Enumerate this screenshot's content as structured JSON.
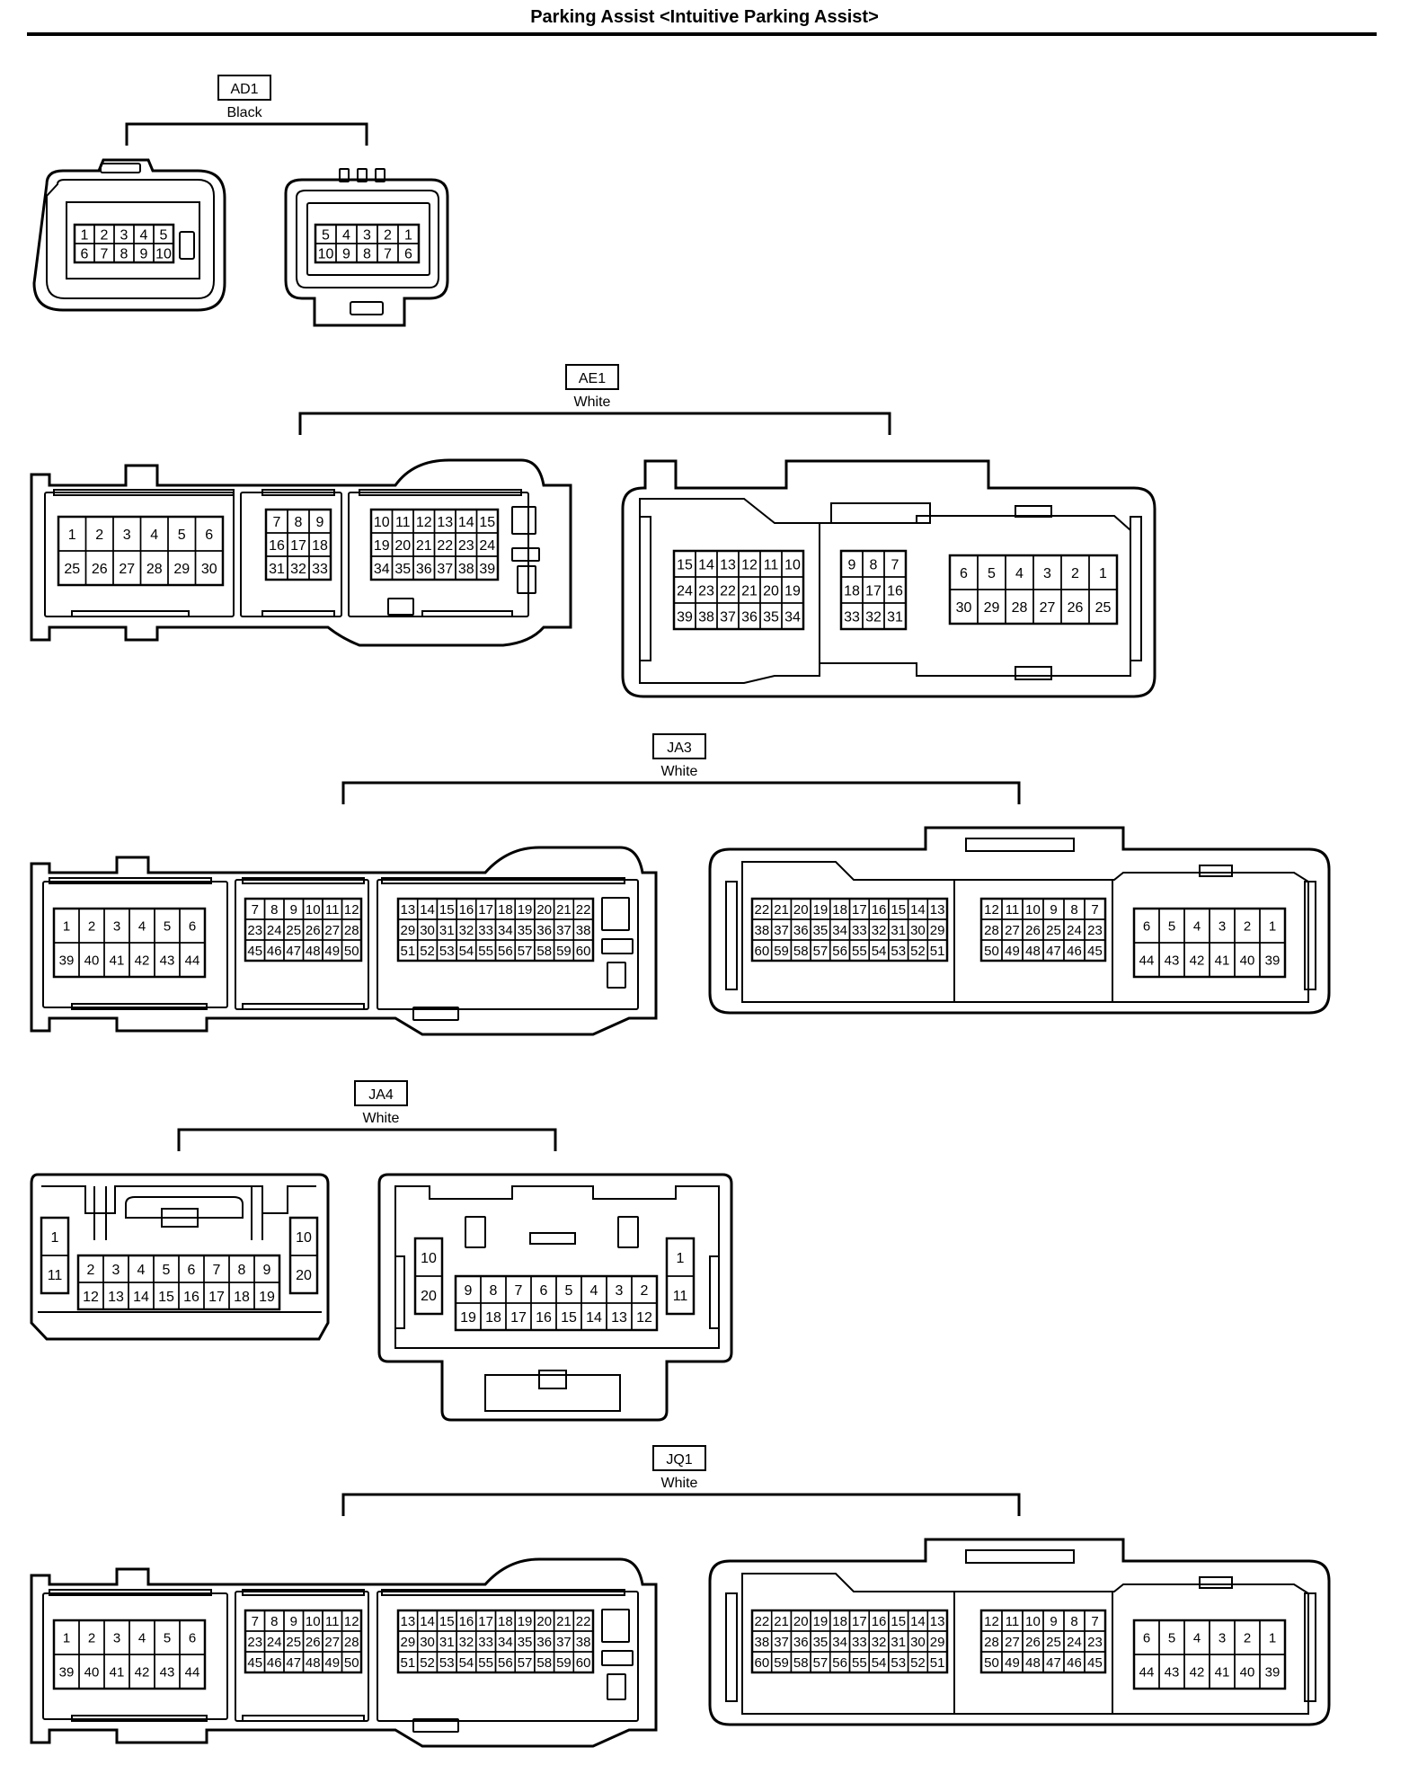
{
  "title": "Parking Assist <Intuitive Parking Assist>",
  "connectors": [
    {
      "id": "AD1",
      "color": "Black",
      "views": [
        {
          "rows": [
            [
              "1",
              "2",
              "3",
              "4",
              "5"
            ],
            [
              "6",
              "7",
              "8",
              "9",
              "10"
            ]
          ]
        },
        {
          "rows": [
            [
              "5",
              "4",
              "3",
              "2",
              "1"
            ],
            [
              "10",
              "9",
              "8",
              "7",
              "6"
            ]
          ]
        }
      ]
    },
    {
      "id": "AE1",
      "color": "White",
      "views": [
        {
          "blocks": [
            {
              "rows": [
                [
                  "1",
                  "2",
                  "3",
                  "4",
                  "5",
                  "6"
                ],
                [
                  "25",
                  "26",
                  "27",
                  "28",
                  "29",
                  "30"
                ]
              ]
            },
            {
              "rows": [
                [
                  "7",
                  "8",
                  "9"
                ],
                [
                  "16",
                  "17",
                  "18"
                ],
                [
                  "31",
                  "32",
                  "33"
                ]
              ]
            },
            {
              "rows": [
                [
                  "10",
                  "11",
                  "12",
                  "13",
                  "14",
                  "15"
                ],
                [
                  "19",
                  "20",
                  "21",
                  "22",
                  "23",
                  "24"
                ],
                [
                  "34",
                  "35",
                  "36",
                  "37",
                  "38",
                  "39"
                ]
              ]
            }
          ]
        },
        {
          "blocks": [
            {
              "rows": [
                [
                  "15",
                  "14",
                  "13",
                  "12",
                  "11",
                  "10"
                ],
                [
                  "24",
                  "23",
                  "22",
                  "21",
                  "20",
                  "19"
                ],
                [
                  "39",
                  "38",
                  "37",
                  "36",
                  "35",
                  "34"
                ]
              ]
            },
            {
              "rows": [
                [
                  "9",
                  "8",
                  "7"
                ],
                [
                  "18",
                  "17",
                  "16"
                ],
                [
                  "33",
                  "32",
                  "31"
                ]
              ]
            },
            {
              "rows": [
                [
                  "6",
                  "5",
                  "4",
                  "3",
                  "2",
                  "1"
                ],
                [
                  "30",
                  "29",
                  "28",
                  "27",
                  "26",
                  "25"
                ]
              ]
            }
          ]
        }
      ]
    },
    {
      "id": "JA3",
      "color": "White",
      "views": [
        {
          "blocks": [
            {
              "rows": [
                [
                  "1",
                  "2",
                  "3",
                  "4",
                  "5",
                  "6"
                ],
                [
                  "39",
                  "40",
                  "41",
                  "42",
                  "43",
                  "44"
                ]
              ]
            },
            {
              "rows": [
                [
                  "7",
                  "8",
                  "9",
                  "10",
                  "11",
                  "12"
                ],
                [
                  "23",
                  "24",
                  "25",
                  "26",
                  "27",
                  "28"
                ],
                [
                  "45",
                  "46",
                  "47",
                  "48",
                  "49",
                  "50"
                ]
              ]
            },
            {
              "rows": [
                [
                  "13",
                  "14",
                  "15",
                  "16",
                  "17",
                  "18",
                  "19",
                  "20",
                  "21",
                  "22"
                ],
                [
                  "29",
                  "30",
                  "31",
                  "32",
                  "33",
                  "34",
                  "35",
                  "36",
                  "37",
                  "38"
                ],
                [
                  "51",
                  "52",
                  "53",
                  "54",
                  "55",
                  "56",
                  "57",
                  "58",
                  "59",
                  "60"
                ]
              ]
            }
          ]
        },
        {
          "blocks": [
            {
              "rows": [
                [
                  "22",
                  "21",
                  "20",
                  "19",
                  "18",
                  "17",
                  "16",
                  "15",
                  "14",
                  "13"
                ],
                [
                  "38",
                  "37",
                  "36",
                  "35",
                  "34",
                  "33",
                  "32",
                  "31",
                  "30",
                  "29"
                ],
                [
                  "60",
                  "59",
                  "58",
                  "57",
                  "56",
                  "55",
                  "54",
                  "53",
                  "52",
                  "51"
                ]
              ]
            },
            {
              "rows": [
                [
                  "12",
                  "11",
                  "10",
                  "9",
                  "8",
                  "7"
                ],
                [
                  "28",
                  "27",
                  "26",
                  "25",
                  "24",
                  "23"
                ],
                [
                  "50",
                  "49",
                  "48",
                  "47",
                  "46",
                  "45"
                ]
              ]
            },
            {
              "rows": [
                [
                  "6",
                  "5",
                  "4",
                  "3",
                  "2",
                  "1"
                ],
                [
                  "44",
                  "43",
                  "42",
                  "41",
                  "40",
                  "39"
                ]
              ]
            }
          ]
        }
      ]
    },
    {
      "id": "JA4",
      "color": "White",
      "views": [
        {
          "blocks": [
            {
              "rows": [
                [
                  "1"
                ],
                [
                  "11"
                ]
              ]
            },
            {
              "rows": [
                [
                  "2",
                  "3",
                  "4",
                  "5",
                  "6",
                  "7",
                  "8",
                  "9"
                ],
                [
                  "12",
                  "13",
                  "14",
                  "15",
                  "16",
                  "17",
                  "18",
                  "19"
                ]
              ]
            },
            {
              "rows": [
                [
                  "10"
                ],
                [
                  "20"
                ]
              ]
            }
          ]
        },
        {
          "blocks": [
            {
              "rows": [
                [
                  "10"
                ],
                [
                  "20"
                ]
              ]
            },
            {
              "rows": [
                [
                  "9",
                  "8",
                  "7",
                  "6",
                  "5",
                  "4",
                  "3",
                  "2"
                ],
                [
                  "19",
                  "18",
                  "17",
                  "16",
                  "15",
                  "14",
                  "13",
                  "12"
                ]
              ]
            },
            {
              "rows": [
                [
                  "1"
                ],
                [
                  "11"
                ]
              ]
            }
          ]
        }
      ]
    },
    {
      "id": "JQ1",
      "color": "White",
      "views": [
        {
          "blocks": [
            {
              "rows": [
                [
                  "1",
                  "2",
                  "3",
                  "4",
                  "5",
                  "6"
                ],
                [
                  "39",
                  "40",
                  "41",
                  "42",
                  "43",
                  "44"
                ]
              ]
            },
            {
              "rows": [
                [
                  "7",
                  "8",
                  "9",
                  "10",
                  "11",
                  "12"
                ],
                [
                  "23",
                  "24",
                  "25",
                  "26",
                  "27",
                  "28"
                ],
                [
                  "45",
                  "46",
                  "47",
                  "48",
                  "49",
                  "50"
                ]
              ]
            },
            {
              "rows": [
                [
                  "13",
                  "14",
                  "15",
                  "16",
                  "17",
                  "18",
                  "19",
                  "20",
                  "21",
                  "22"
                ],
                [
                  "29",
                  "30",
                  "31",
                  "32",
                  "33",
                  "34",
                  "35",
                  "36",
                  "37",
                  "38"
                ],
                [
                  "51",
                  "52",
                  "53",
                  "54",
                  "55",
                  "56",
                  "57",
                  "58",
                  "59",
                  "60"
                ]
              ]
            }
          ]
        },
        {
          "blocks": [
            {
              "rows": [
                [
                  "22",
                  "21",
                  "20",
                  "19",
                  "18",
                  "17",
                  "16",
                  "15",
                  "14",
                  "13"
                ],
                [
                  "38",
                  "37",
                  "36",
                  "35",
                  "34",
                  "33",
                  "32",
                  "31",
                  "30",
                  "29"
                ],
                [
                  "60",
                  "59",
                  "58",
                  "57",
                  "56",
                  "55",
                  "54",
                  "53",
                  "52",
                  "51"
                ]
              ]
            },
            {
              "rows": [
                [
                  "12",
                  "11",
                  "10",
                  "9",
                  "8",
                  "7"
                ],
                [
                  "28",
                  "27",
                  "26",
                  "25",
                  "24",
                  "23"
                ],
                [
                  "50",
                  "49",
                  "48",
                  "47",
                  "46",
                  "45"
                ]
              ]
            },
            {
              "rows": [
                [
                  "6",
                  "5",
                  "4",
                  "3",
                  "2",
                  "1"
                ],
                [
                  "44",
                  "43",
                  "42",
                  "41",
                  "40",
                  "39"
                ]
              ]
            }
          ]
        }
      ]
    }
  ]
}
